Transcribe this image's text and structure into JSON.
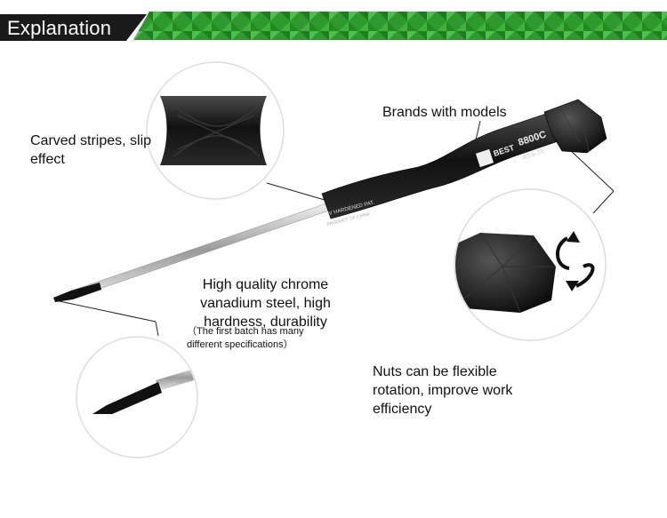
{
  "header": {
    "title": "Explanation",
    "accent_color": "#2e9a2e"
  },
  "labels": {
    "carved": "Carved stripes, slip effect",
    "brands": "Brands with models",
    "chrome": "High quality chrome vanadium steel, high hardness, durability",
    "batch_note": "（The first batch has many different specifications）",
    "nuts": "Nuts can be flexible rotation, improve work efficiency"
  },
  "product": {
    "brand_text": "BEST",
    "model": "8800C",
    "spec": "Φ2.5-75",
    "shaft_marking_1": "Cr-V HARDENED PAT.",
    "shaft_marking_2": "PRODUCT OF CHINA"
  },
  "icons": [
    "rotate-arrows-icon"
  ]
}
